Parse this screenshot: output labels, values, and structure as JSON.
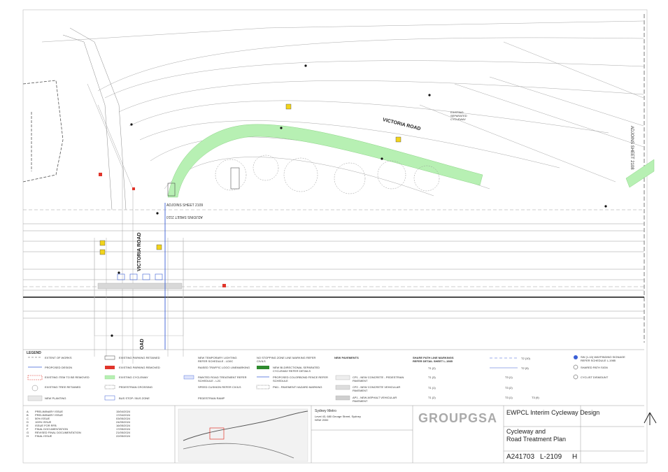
{
  "sheet_title": "EWPCL Interim Cycleway Design",
  "drawing_title_1": "Cycleway and",
  "drawing_title_2": "Road Treatment Plan",
  "project_no": "A241703",
  "drawing_no": "L-2109",
  "revision": "H",
  "road_name_top": "VICTORIA ROAD",
  "road_name_left": "VICTORIA ROAD",
  "road_name_oad": "OAD",
  "adjoins_top": "ADJOINS SHEET 2109",
  "adjoins_bottom": "ADJOINS SHEET 2110",
  "adjoins_right": "ADJOINS SHEET 2108",
  "callout_cycleway": "EXISTING SEPARATED CYCLEWAY",
  "client_name": "Sydney Metro",
  "client_addr": "Level 43, 680 George Street, Sydney NSW 2000",
  "consultant_logo": "GROUPGSA",
  "legend": {
    "title": "LEGEND",
    "items": [
      "EXTENT OF WORKS",
      "PROPOSED DESIGN",
      "EXISTING ITEM TO BE REMOVED",
      "EXISTING TREE RETAINED",
      "NEW PLANTING",
      "EXISTING PARKING RETAINED",
      "EXISTING PARKING REMOVED",
      "EXISTING CYCLEWAY",
      "PEDESTRIAN CROSSING",
      "BUS STOP / BUS ZONE",
      "NEW TEMPORARY LIGHTING REFER SCHEDULE - LD0C",
      "RAISED TRAFFIC LOGO LINEMARKING",
      "PAINTED ROAD TREATMENT REFER SCHEDULE - L2C",
      "SPEED CUSHION REFER CIVILS",
      "PEDESTRIAN RAMP",
      "NO STOPPING ZONE LINE MARKING REFER CIVILS",
      "NEW BI-DIRECTIONAL SEPARATED CYCLEWAY REFER DETAILS",
      "PROPOSED COLORBOND FENCE REFER SCHEDULE",
      "PM1 - PAVEMENT HAZARD MARKING",
      "NEW PAVEMENTS",
      "CP1 - NEW CONCRETE - PEDESTRIAN PAVEMENT",
      "CP2 - NEW CONCRETE VEHICULAR PAVEMENT",
      "AP1 - NEW ASPHALT VEHICULAR PAVEMENT",
      "SHARE PATH LINE MARKINGS REFER DETAIL SHEET L-1985",
      "T1 (2)",
      "T1 (3)",
      "T1 (1)",
      "T1 (2)",
      "T2 (10)",
      "T2 (9)",
      "T3 (1)",
      "T3 (2)",
      "T3 (1)",
      "T3 (9)",
      "SW (1-10) WAYFINDING SIGNAGE REFER SCHEDULE L-1985",
      "SHARED PATH SIGN",
      "CYCLIST DISMOUNT"
    ]
  },
  "revisions": [
    {
      "rev": "A",
      "desc": "PRELIMINARY ISSUE",
      "date": "15/04/2024"
    },
    {
      "rev": "B",
      "desc": "PRELIMINARY ISSUE",
      "date": "17/04/2024"
    },
    {
      "rev": "C",
      "desc": "50% ISSUE",
      "date": "03/05/2024"
    },
    {
      "rev": "D",
      "desc": "100% ISSUE",
      "date": "24/05/2024"
    },
    {
      "rev": "E",
      "desc": "ISSUE FOR RFB",
      "date": "16/05/2024"
    },
    {
      "rev": "F",
      "desc": "FINAL DOCUMENTATION",
      "date": "17/05/2024"
    },
    {
      "rev": "G",
      "desc": "REVISED FINAL DOCUMENTATION",
      "date": "21/05/2024"
    },
    {
      "rev": "H",
      "desc": "FINAL ISSUE",
      "date": "22/05/2024"
    }
  ],
  "colors": {
    "cycleway": "#b7f0b3",
    "proposed": "#3a5fd6",
    "removed": "#e0352b",
    "sign_yellow": "#f2d41b",
    "linework": "#9a9a9a",
    "rail": "#111111"
  }
}
